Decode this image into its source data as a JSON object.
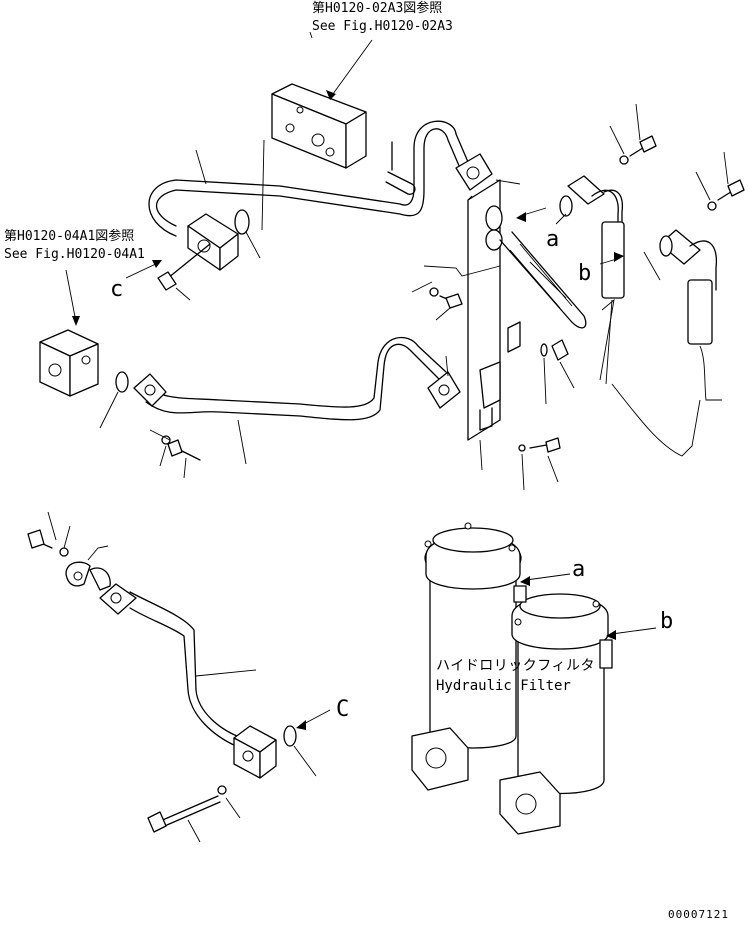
{
  "references": {
    "top_jp": "第H0120-02A3図参照",
    "top_en": "See Fig.H0120-02A3",
    "left_jp": "第H0120-04A1図参照",
    "left_en": "See Fig.H0120-04A1"
  },
  "callouts": {
    "a_upper": "a",
    "b_upper": "b",
    "c_left": "c",
    "c_lower": "C",
    "a_filter": "a",
    "b_filter": "b"
  },
  "filter_label": {
    "jp": "ハイドロリックフィルタ",
    "en": "Hydraulic Filter"
  },
  "drawing_number": "00007121"
}
